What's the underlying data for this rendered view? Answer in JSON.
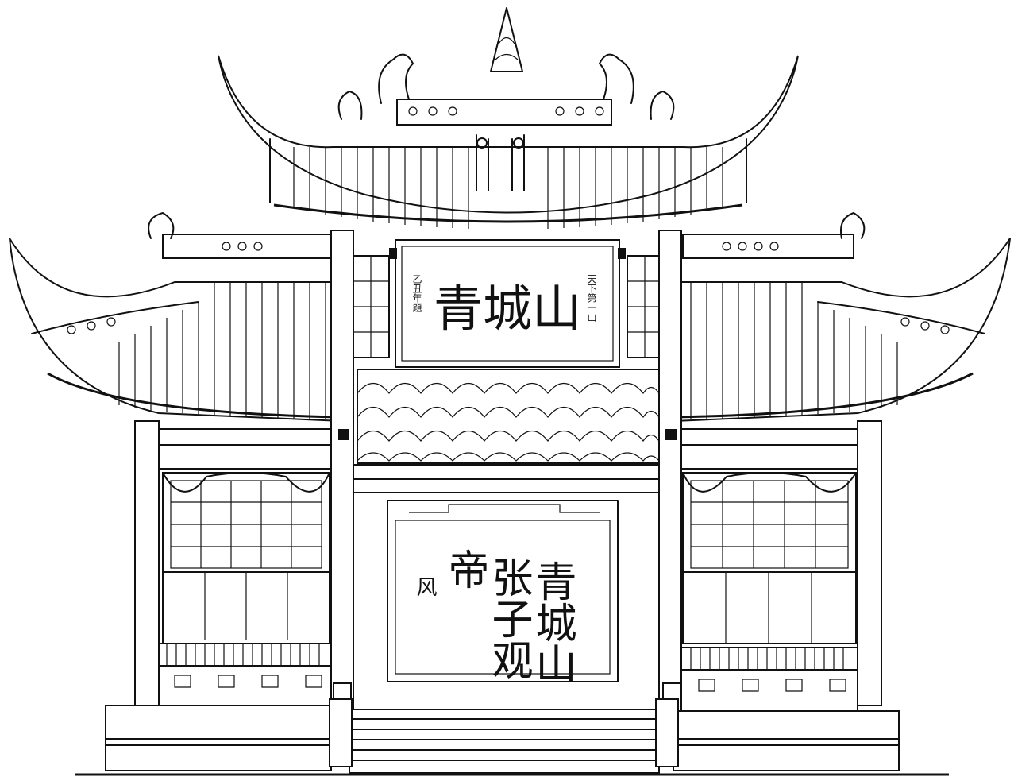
{
  "plaque": {
    "main": "青城山",
    "small_right": "天下第一山",
    "small_left": "乙丑年題"
  },
  "panel": {
    "col1": "青城山",
    "col2": "张子观",
    "col3": "帝",
    "col4": "风"
  },
  "colors": {
    "ink": "#111111",
    "paper": "#ffffff"
  }
}
